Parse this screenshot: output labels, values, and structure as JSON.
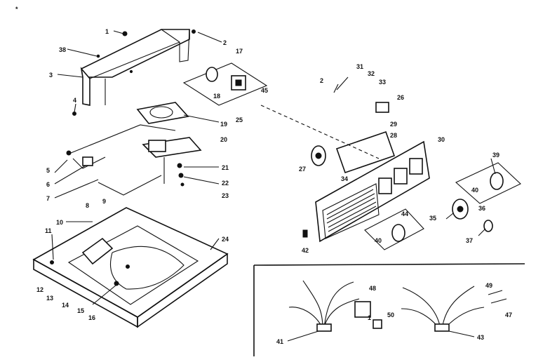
{
  "corner_mark": "*",
  "labels": {
    "l1": "1",
    "l2": "2",
    "l2b": "2",
    "l3": "3",
    "l4": "4",
    "l5": "5",
    "l6": "6",
    "l7": "7",
    "l8": "8",
    "l9": "9",
    "l10": "10",
    "l11": "11",
    "l12": "12",
    "l13": "13",
    "l14": "14",
    "l15": "15",
    "l16": "16",
    "l17": "17",
    "l18": "18",
    "l19": "19",
    "l20": "20",
    "l21": "21",
    "l22": "22",
    "l23": "23",
    "l24": "24",
    "l25": "25",
    "l26": "26",
    "l27": "27",
    "l28": "28",
    "l29": "29",
    "l30": "30",
    "l31": "31",
    "l32": "32",
    "l33": "33",
    "l34": "34",
    "l35": "35",
    "l36": "36",
    "l37": "37",
    "l38": "38",
    "l39": "39",
    "l40": "40",
    "l40b": "40",
    "l41": "41",
    "l42": "42",
    "l43": "43",
    "l44": "44",
    "l45": "45",
    "l47": "47",
    "l48": "48",
    "l49": "49",
    "l50": "50",
    "l51": "1"
  }
}
